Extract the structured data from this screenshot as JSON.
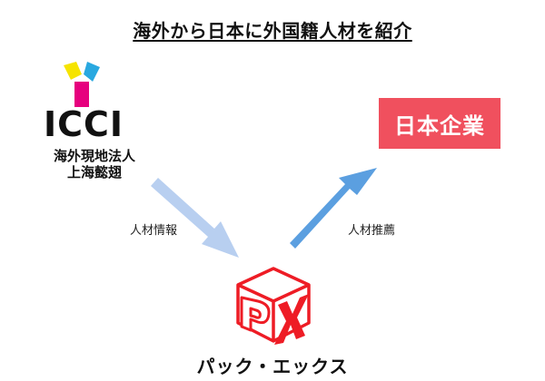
{
  "title": "海外から日本に外国籍人材を紹介",
  "icci": {
    "name": "ICCI",
    "subtitle_line1": "海外現地法人",
    "subtitle_line2": "上海懿翅"
  },
  "company_box": {
    "label": "日本企業",
    "color": "#f0505e"
  },
  "flows": {
    "info_label": "人材情報",
    "info_arrow_color": "#b8cff0",
    "recommend_label": "人材推薦",
    "recommend_arrow_color": "#5b9fe0"
  },
  "px": {
    "name": "パック・エックス",
    "logo_icon": "px-cube-logo",
    "accent_color": "#ee1c25"
  },
  "icons": {
    "icci_logo": "icci-tri-block-logo"
  }
}
